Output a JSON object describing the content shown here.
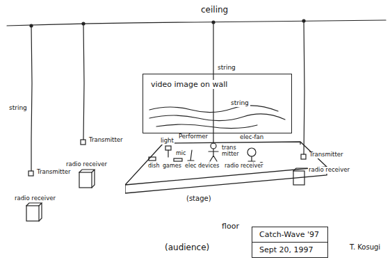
{
  "diagram": {
    "nodes": [
      {
        "text": [
          "video image on wall",
          "string"
        ]
      },
      {
        "text": [
          "(stage)"
        ]
      },
      {
        "text": [
          "Catch-Wave '97",
          "Sept 20, 1997"
        ]
      }
    ],
    "labels": [
      "ceiling",
      "string",
      "string",
      "Transmitter",
      "radio receiver",
      "Transmitter",
      "radio receiver",
      "Transmitter",
      "radio receiver",
      "light",
      "Performer",
      "elec-fan",
      "trans mitter",
      "mic",
      "dish",
      "games",
      "elec devices",
      "radio receiver",
      "floor",
      "(audience)",
      "T. Kosugi"
    ]
  }
}
